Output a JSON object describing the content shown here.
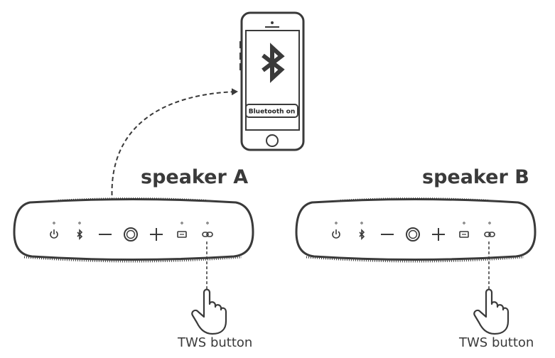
{
  "phone": {
    "status_label": "Bluetooth on",
    "icon": "bluetooth-icon"
  },
  "speakers": [
    {
      "title": "speaker A",
      "tws_label": "TWS button"
    },
    {
      "title": "speaker B",
      "tws_label": "TWS button"
    }
  ],
  "speaker_button_icons": [
    "power-icon",
    "bluetooth-icon",
    "minus-icon",
    "play-pause-icon",
    "plus-icon",
    "mode-icon",
    "tws-link-icon"
  ],
  "colors": {
    "line": "#3a3a3a",
    "screen": "#ffffff",
    "body": "#ffffff"
  }
}
